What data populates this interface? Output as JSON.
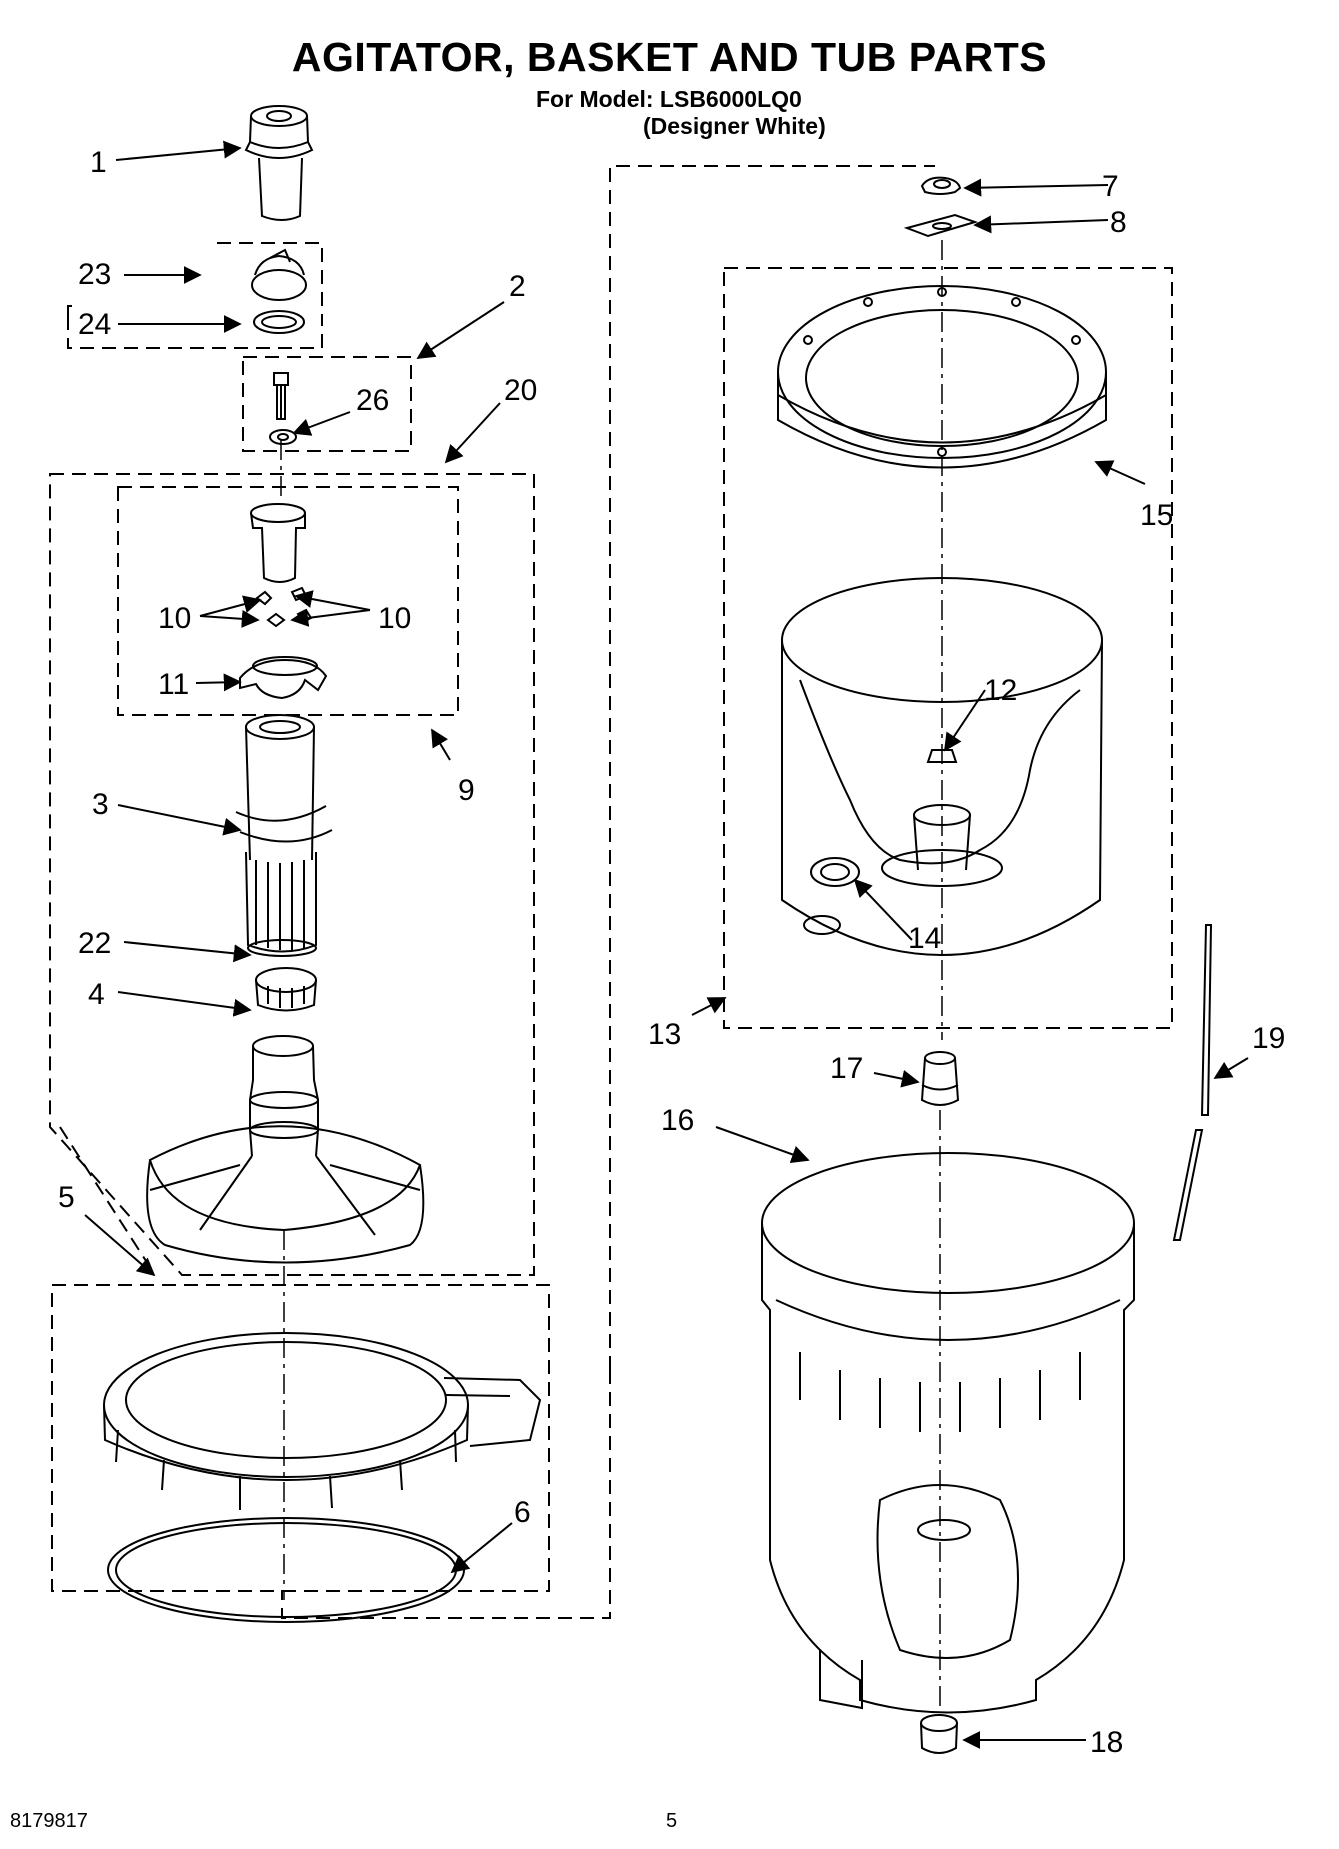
{
  "header": {
    "title": "AGITATOR, BASKET AND TUB PARTS",
    "model_line": "For Model: LSB6000LQ0",
    "color_line": "(Designer White)"
  },
  "footer": {
    "document_number": "8179817",
    "page_number": "5"
  },
  "callouts": {
    "c1": "1",
    "c2": "2",
    "c3": "3",
    "c4": "4",
    "c5": "5",
    "c6": "6",
    "c7": "7",
    "c8": "8",
    "c9": "9",
    "c10a": "10",
    "c10b": "10",
    "c11": "11",
    "c12": "12",
    "c13": "13",
    "c14": "14",
    "c15": "15",
    "c16": "16",
    "c17": "17",
    "c18": "18",
    "c19": "19",
    "c20": "20",
    "c22": "22",
    "c23": "23",
    "c24": "24",
    "c26": "26"
  }
}
